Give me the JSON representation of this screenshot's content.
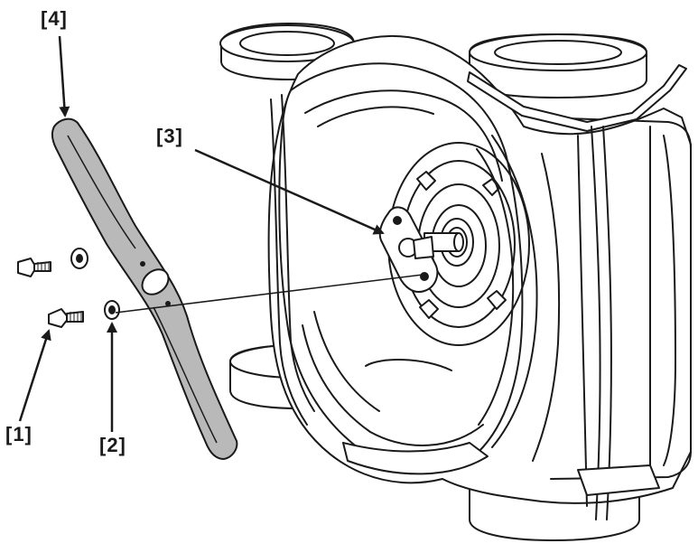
{
  "diagram": {
    "callouts": [
      {
        "label": "[1]",
        "part": "blade-bolt"
      },
      {
        "label": "[2]",
        "part": "washer"
      },
      {
        "label": "[3]",
        "part": "blade-adapter"
      },
      {
        "label": "[4]",
        "part": "blade"
      }
    ]
  },
  "colors": {
    "line": "#1a1a1a",
    "blade_fill": "#b9b9b9",
    "deck_fill": "#ffffff",
    "background": "#ffffff"
  }
}
